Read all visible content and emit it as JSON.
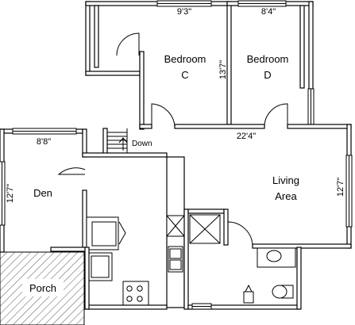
{
  "rooms": {
    "bedroom_c": {
      "name_line1": "Bedroom",
      "name_line2": "C",
      "width_dim": "9'3\"",
      "height_dim": "13'7\""
    },
    "bedroom_d": {
      "name_line1": "Bedroom",
      "name_line2": "D",
      "width_dim": "8'4\""
    },
    "living": {
      "name_line1": "Living",
      "name_line2": "Area",
      "width_dim": "22'4\"",
      "height_dim": "12'7\""
    },
    "den": {
      "name": "Den",
      "width_dim": "8'8\"",
      "height_dim": "12'7\""
    },
    "porch": {
      "name": "Porch"
    }
  },
  "stairs": {
    "label": "Down"
  }
}
